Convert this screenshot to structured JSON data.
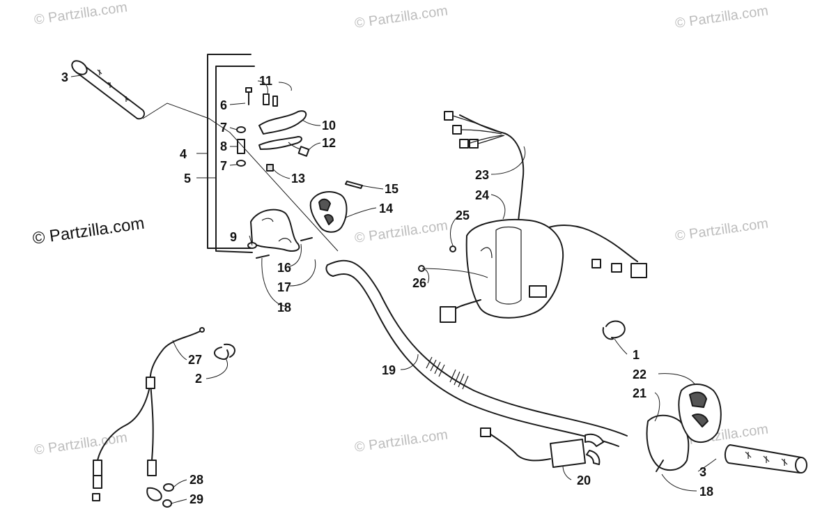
{
  "watermarks": {
    "text": "© Partzilla.com",
    "main": "© Partzilla.com"
  },
  "callouts": {
    "c1": "1",
    "c2": "2",
    "c3a": "3",
    "c3b": "3",
    "c4": "4",
    "c5": "5",
    "c6": "6",
    "c7a": "7",
    "c7b": "7",
    "c8": "8",
    "c9": "9",
    "c10": "10",
    "c11": "11",
    "c12": "12",
    "c13": "13",
    "c14": "14",
    "c15": "15",
    "c16": "16",
    "c17": "17",
    "c18a": "18",
    "c18b": "18",
    "c19": "19",
    "c20": "20",
    "c21": "21",
    "c22": "22",
    "c23": "23",
    "c24": "24",
    "c25": "25",
    "c26": "26",
    "c27": "27",
    "c28": "28",
    "c29": "29"
  }
}
